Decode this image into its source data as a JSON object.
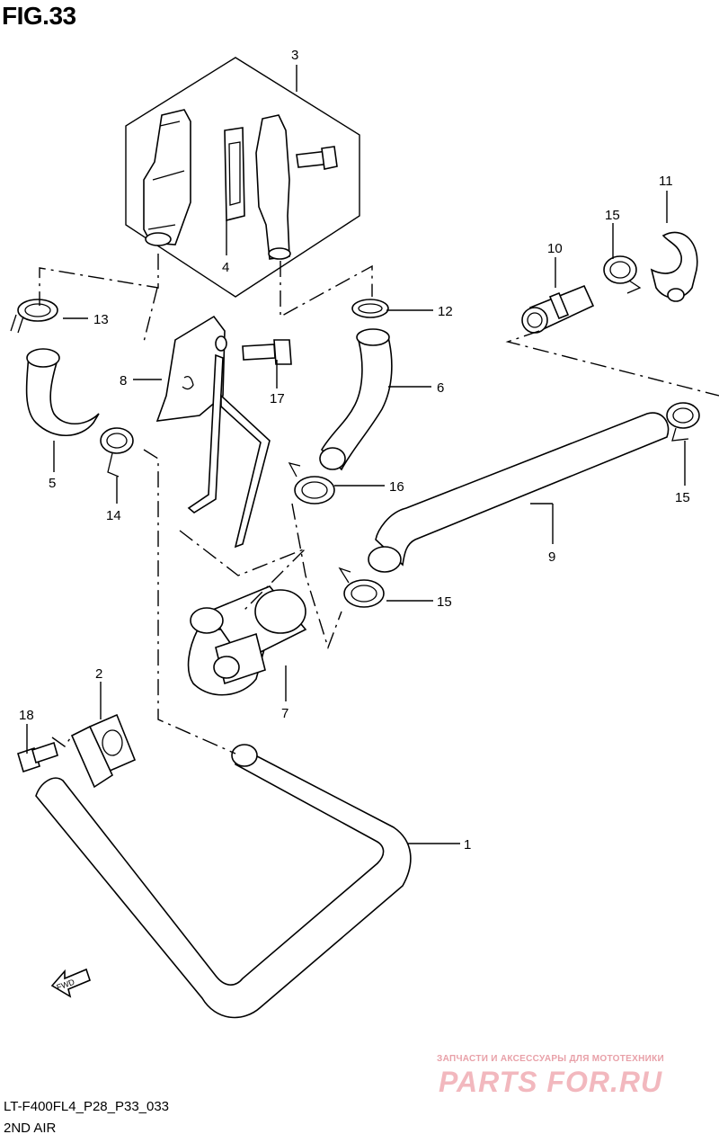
{
  "figure": {
    "title": "FIG.33"
  },
  "footer": {
    "code": "LT-F400FL4_P28_P33_033",
    "section": "2ND AIR"
  },
  "watermark": {
    "tagline": "ЗАПЧАСТИ И АКСЕССУАРЫ ДЛЯ МОТОТЕХНИКИ",
    "logo": "PARTS FOR.RU"
  },
  "fwd_label": "FWD",
  "callouts": [
    {
      "id": "c1",
      "num": "1"
    },
    {
      "id": "c2",
      "num": "2"
    },
    {
      "id": "c3",
      "num": "3"
    },
    {
      "id": "c4",
      "num": "4"
    },
    {
      "id": "c5",
      "num": "5"
    },
    {
      "id": "c6",
      "num": "6"
    },
    {
      "id": "c7",
      "num": "7"
    },
    {
      "id": "c8",
      "num": "8"
    },
    {
      "id": "c9",
      "num": "9"
    },
    {
      "id": "c10",
      "num": "10"
    },
    {
      "id": "c11",
      "num": "11"
    },
    {
      "id": "c12",
      "num": "12"
    },
    {
      "id": "c13",
      "num": "13"
    },
    {
      "id": "c14",
      "num": "14"
    },
    {
      "id": "c15a",
      "num": "15"
    },
    {
      "id": "c15b",
      "num": "15"
    },
    {
      "id": "c15c",
      "num": "15"
    },
    {
      "id": "c16",
      "num": "16"
    },
    {
      "id": "c17",
      "num": "17"
    },
    {
      "id": "c18",
      "num": "18"
    }
  ]
}
